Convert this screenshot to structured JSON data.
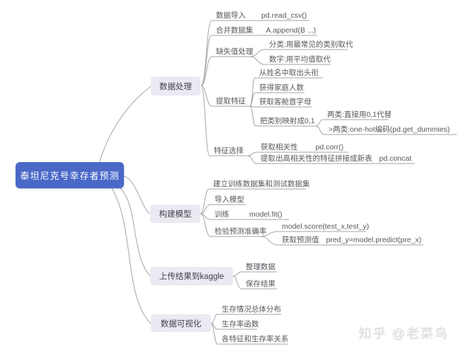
{
  "root": {
    "label": "泰坦尼克号幸存者预测"
  },
  "branches": [
    {
      "label": "数据处理",
      "children": [
        {
          "label": "数据导入",
          "note": "pd.read_csv()"
        },
        {
          "label": "合并数据集",
          "note": "A.append(B ...)"
        },
        {
          "label": "缺失值处理",
          "children": [
            {
              "label": "分类:用最常见的类别取代"
            },
            {
              "label": "数字:用平均值取代"
            }
          ]
        },
        {
          "label": "提取特征",
          "children": [
            {
              "label": "从姓名中取出头衔"
            },
            {
              "label": "获得家庭人数"
            },
            {
              "label": "获取客舱首字母"
            },
            {
              "label": "把类别映射成0,1",
              "children": [
                {
                  "label": "两类:直接用0,1代替"
                },
                {
                  "label": ">两类:one-hot编码(pd.get_dummies)"
                }
              ]
            }
          ]
        },
        {
          "label": "特征选择",
          "children": [
            {
              "label": "获取相关性",
              "note": "pd.corr()"
            },
            {
              "label": "提取出高相关性的特征拼接成新表",
              "note": "pd.concat"
            }
          ]
        }
      ]
    },
    {
      "label": "构建模型",
      "children": [
        {
          "label": "建立训练数据集和测试数据集"
        },
        {
          "label": "导入模型"
        },
        {
          "label": "训练",
          "note": "model.fit()"
        },
        {
          "label": "检验预测准确率",
          "children": [
            {
              "label": "model.score(test_x,test_y)"
            },
            {
              "label": "获取预测值",
              "note": "pred_y=model.predict(pre_x)"
            }
          ]
        }
      ]
    },
    {
      "label": "上传结果到kaggle",
      "children": [
        {
          "label": "整理数据"
        },
        {
          "label": "保存结果"
        }
      ]
    },
    {
      "label": "数据可视化",
      "children": [
        {
          "label": "生存情况总体分布"
        },
        {
          "label": "生存率函数"
        },
        {
          "label": "各特征和生存率关系"
        }
      ]
    }
  ],
  "watermark": "知乎 @老菜鸟",
  "colors": {
    "root_bg": "#4a68c8",
    "root_text": "#ffffff",
    "branch_bg": "#eaeaf2",
    "branch_text": "#41414b",
    "leaf_text": "#58585f",
    "line": "#a3a3ab",
    "watermark_text": "#e2e2e2"
  }
}
